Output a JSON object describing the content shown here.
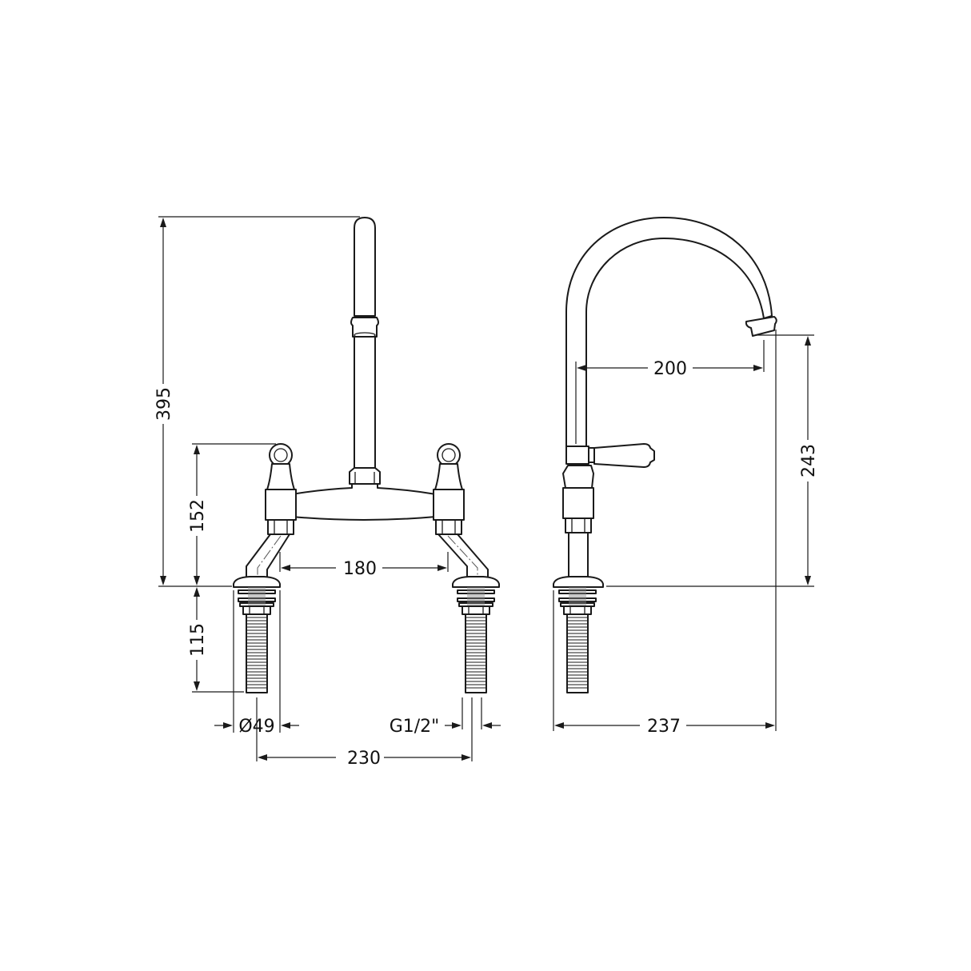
{
  "drawing": {
    "type": "technical-dimension-drawing",
    "subject": "bridge kitchen mixer tap",
    "units": "mm",
    "views": [
      {
        "name": "front-view",
        "description": "Two-handle bridge tap with central vertical spout",
        "dimensions": {
          "overall_height": "395",
          "handle_height": "152",
          "tail_length": "115",
          "inner_leg_spacing": "180",
          "flange_diameter": "Ø49",
          "thread_size": "G1/2\"",
          "tail_centres": "230"
        }
      },
      {
        "name": "side-view",
        "description": "Side profile with swan-neck spout and lever handle",
        "dimensions": {
          "spout_reach": "200",
          "spout_outlet_height": "243",
          "overall_depth": "237"
        }
      }
    ],
    "colors": {
      "line": "#1a1a1a",
      "background": "#ffffff"
    }
  }
}
